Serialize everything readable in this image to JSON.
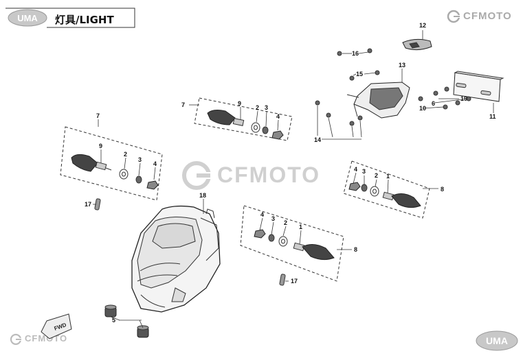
{
  "header": {
    "logo_text": "UMA",
    "section_title": "灯具/LIGHT"
  },
  "brand": {
    "top_right": "CFMOTO",
    "watermark": "CFMOTO",
    "bottom_left": "CFMOTO",
    "bottom_right_logo": "UMA"
  },
  "direction_tag": "FWD",
  "callouts": [
    {
      "id": "c12",
      "text": "12"
    },
    {
      "id": "c16",
      "text": "16"
    },
    {
      "id": "c15",
      "text": "15"
    },
    {
      "id": "c13",
      "text": "13"
    },
    {
      "id": "c19",
      "text": "19"
    },
    {
      "id": "c6",
      "text": "6"
    },
    {
      "id": "c10",
      "text": "10"
    },
    {
      "id": "c11",
      "text": "11"
    },
    {
      "id": "c14",
      "text": "14"
    },
    {
      "id": "c7a",
      "text": "7"
    },
    {
      "id": "c9a",
      "text": "9"
    },
    {
      "id": "c2a",
      "text": "2"
    },
    {
      "id": "c3a",
      "text": "3"
    },
    {
      "id": "c4a",
      "text": "4"
    },
    {
      "id": "c7b",
      "text": "7"
    },
    {
      "id": "c9b",
      "text": "9"
    },
    {
      "id": "c2b",
      "text": "2"
    },
    {
      "id": "c3b",
      "text": "3"
    },
    {
      "id": "c4b",
      "text": "4"
    },
    {
      "id": "c17a",
      "text": "17"
    },
    {
      "id": "c18",
      "text": "18"
    },
    {
      "id": "c5",
      "text": "5"
    },
    {
      "id": "c4c",
      "text": "4"
    },
    {
      "id": "c3c",
      "text": "3"
    },
    {
      "id": "c2c",
      "text": "2"
    },
    {
      "id": "c1a",
      "text": "1"
    },
    {
      "id": "c8a",
      "text": "8"
    },
    {
      "id": "c4d",
      "text": "4"
    },
    {
      "id": "c3d",
      "text": "3"
    },
    {
      "id": "c2d",
      "text": "2"
    },
    {
      "id": "c1b",
      "text": "1"
    },
    {
      "id": "c8b",
      "text": "8"
    },
    {
      "id": "c17b",
      "text": "17"
    }
  ]
}
